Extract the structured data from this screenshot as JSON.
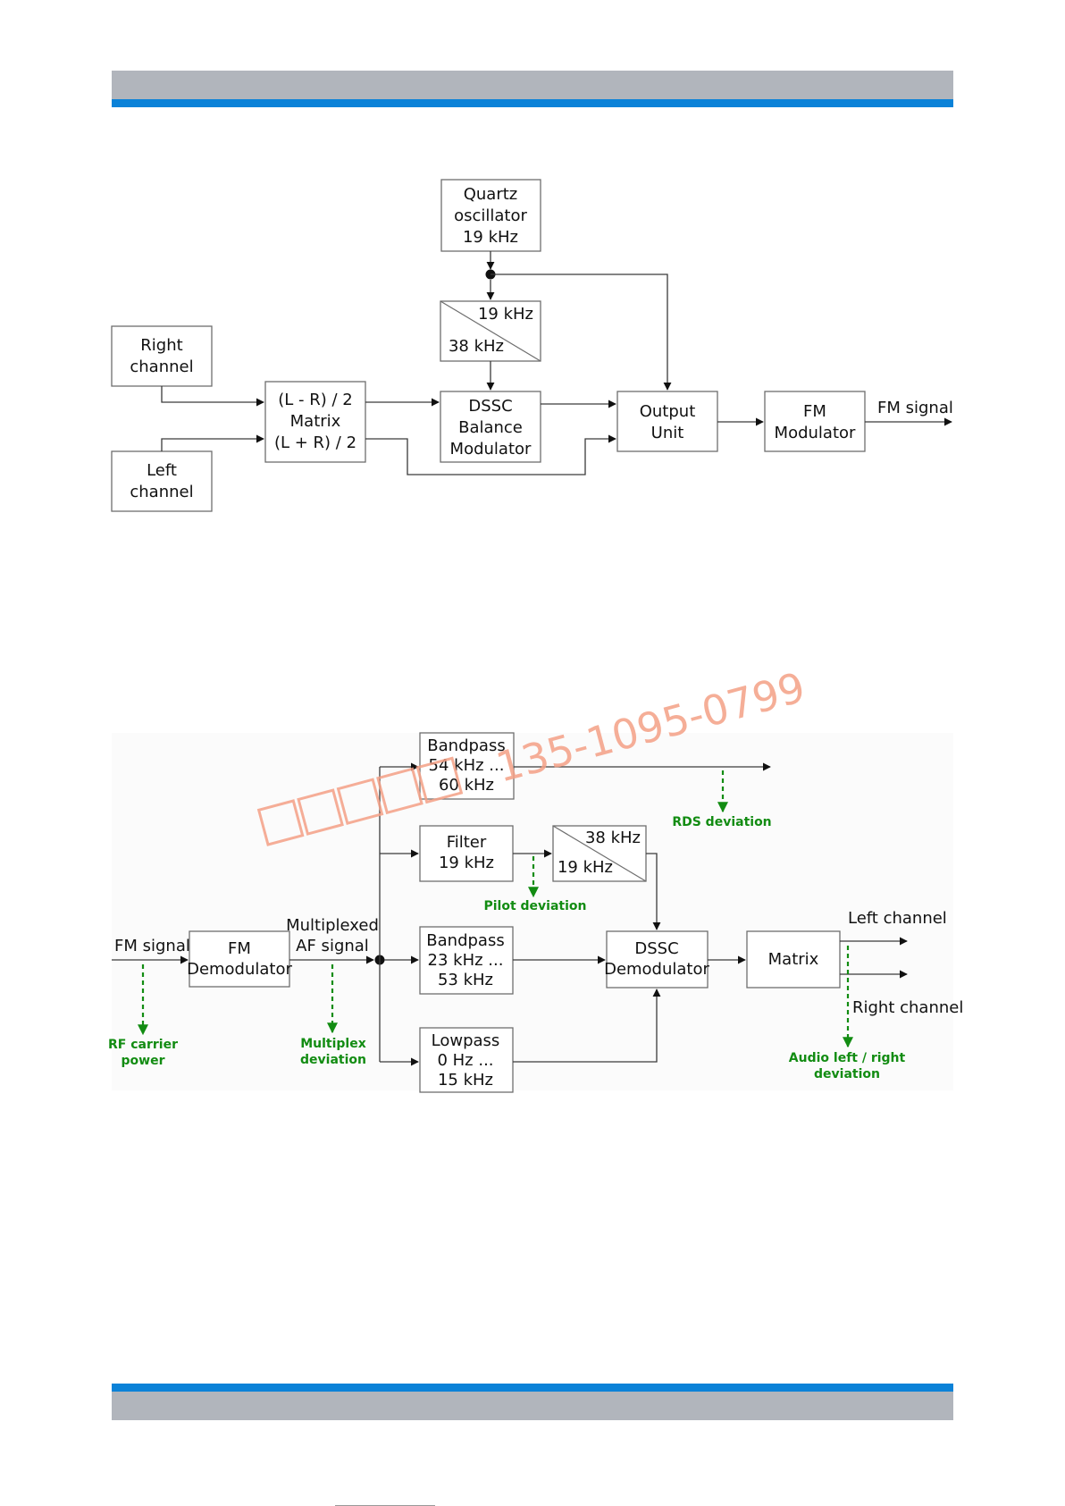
{
  "colors": {
    "header_gray": "#b1b5bc",
    "header_blue": "#0b82d8",
    "note_green": "#128c12",
    "watermark": "#f4a086"
  },
  "transmitter": {
    "quartz": [
      "Quartz",
      "oscillator",
      "19 kHz"
    ],
    "divider": {
      "top": "19 kHz",
      "bottom": "38 kHz"
    },
    "right_channel": [
      "Right",
      "channel"
    ],
    "left_channel": [
      "Left",
      "channel"
    ],
    "matrix": [
      "(L - R) / 2",
      "Matrix",
      "(L + R) / 2"
    ],
    "dssc": [
      "DSSC",
      "Balance",
      "Modulator"
    ],
    "output": [
      "Output",
      "Unit"
    ],
    "fm_mod": [
      "FM",
      "Modulator"
    ],
    "fm_signal": "FM signal"
  },
  "receiver": {
    "fm_signal": "FM signal",
    "fm_demod": [
      "FM",
      "Demodulator"
    ],
    "mux": [
      "Multiplexed",
      "AF signal"
    ],
    "bp54": [
      "Bandpass",
      "54 kHz ...",
      "60 kHz"
    ],
    "filter19": [
      "Filter",
      "19 kHz"
    ],
    "mult": {
      "top": "38 kHz",
      "bottom": "19 kHz"
    },
    "bp23": [
      "Bandpass",
      "23 kHz ...",
      "53 kHz"
    ],
    "lowpass": [
      "Lowpass",
      "0 Hz ...",
      "15 kHz"
    ],
    "dssc_demod": [
      "DSSC",
      "Demodulator"
    ],
    "matrix": "Matrix",
    "left_channel": "Left channel",
    "right_channel": "Right channel",
    "notes": {
      "rds": "RDS  deviation",
      "pilot": "Pilot  deviation",
      "rf": [
        "RF carrier",
        "power"
      ],
      "multiplex": [
        "Multiplex",
        "deviation"
      ],
      "audio": [
        "Audio left / right",
        "deviation"
      ]
    }
  },
  "watermark": "135-1095-0799"
}
